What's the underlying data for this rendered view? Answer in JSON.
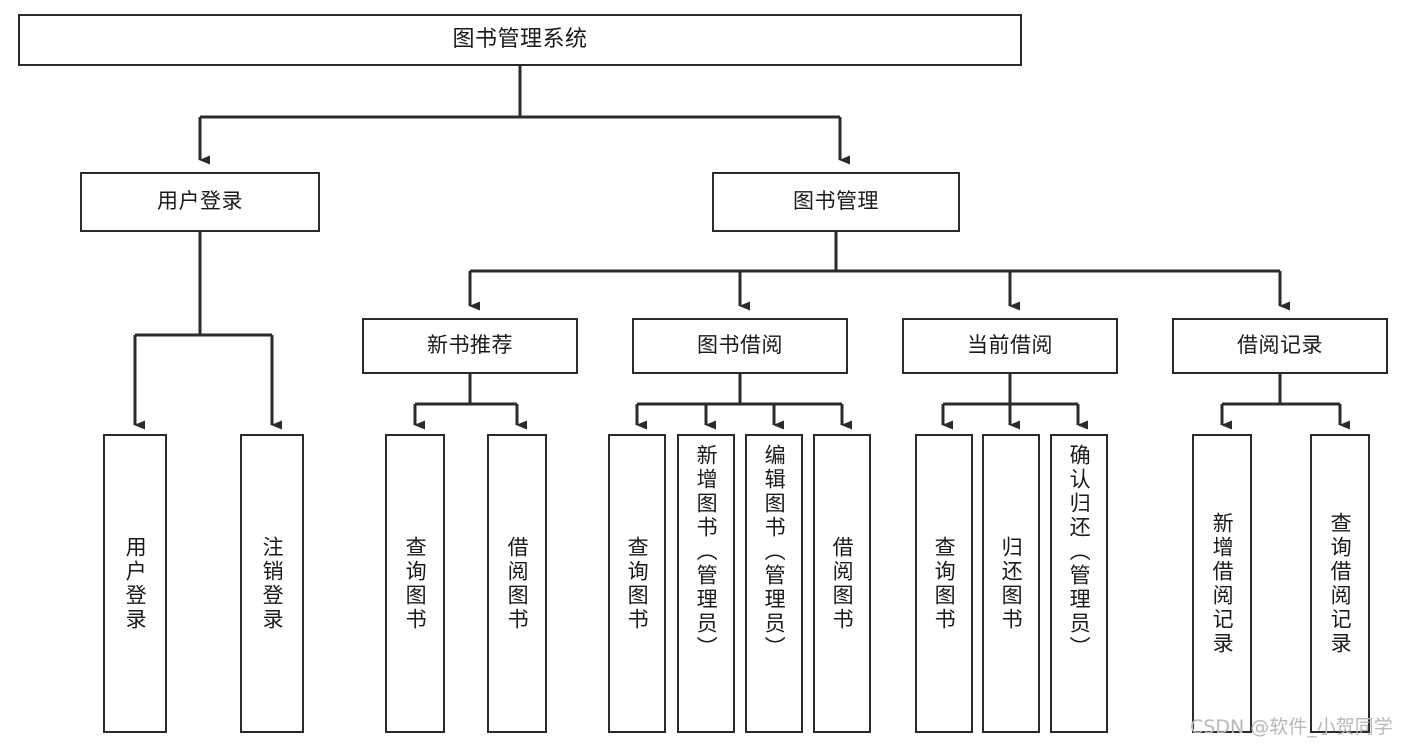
{
  "diagram": {
    "type": "tree",
    "title": "图书管理系统",
    "watermark": "CSDN @软件_小贺同学",
    "colors": {
      "stroke": "#2b2b2b",
      "fill": "#ffffff",
      "text": "#1a1a1a",
      "watermark": "#b8b8b8"
    },
    "nodes": {
      "root": {
        "label": "图书管理系统"
      },
      "level2": [
        {
          "id": "user-login",
          "label": "用户登录"
        },
        {
          "id": "book-manage",
          "label": "图书管理"
        }
      ],
      "level3": [
        {
          "id": "new-book-rec",
          "label": "新书推荐"
        },
        {
          "id": "book-borrow",
          "label": "图书借阅"
        },
        {
          "id": "current-borrow",
          "label": "当前借阅"
        },
        {
          "id": "borrow-record",
          "label": "借阅记录"
        }
      ],
      "leaves": [
        {
          "id": "leaf-user-login",
          "label": "用户登录",
          "parent": "user-login"
        },
        {
          "id": "leaf-user-logout",
          "label": "注销登录",
          "parent": "user-login"
        },
        {
          "id": "leaf-rec-query",
          "label": "查询图书",
          "parent": "new-book-rec"
        },
        {
          "id": "leaf-rec-borrow",
          "label": "借阅图书",
          "parent": "new-book-rec"
        },
        {
          "id": "leaf-borrow-query",
          "label": "查询图书",
          "parent": "book-borrow"
        },
        {
          "id": "leaf-borrow-add",
          "label": "新增图书（管理员）",
          "parent": "book-borrow"
        },
        {
          "id": "leaf-borrow-edit",
          "label": "编辑图书（管理员）",
          "parent": "book-borrow"
        },
        {
          "id": "leaf-borrow-lend",
          "label": "借阅图书",
          "parent": "book-borrow"
        },
        {
          "id": "leaf-cur-query",
          "label": "查询图书",
          "parent": "current-borrow"
        },
        {
          "id": "leaf-cur-return",
          "label": "归还图书",
          "parent": "current-borrow"
        },
        {
          "id": "leaf-cur-confirm",
          "label": "确认归还（管理员）",
          "parent": "current-borrow"
        },
        {
          "id": "leaf-rec-add",
          "label": "新增借阅记录",
          "parent": "borrow-record"
        },
        {
          "id": "leaf-rec-query2",
          "label": "查询借阅记录",
          "parent": "borrow-record"
        }
      ]
    }
  }
}
